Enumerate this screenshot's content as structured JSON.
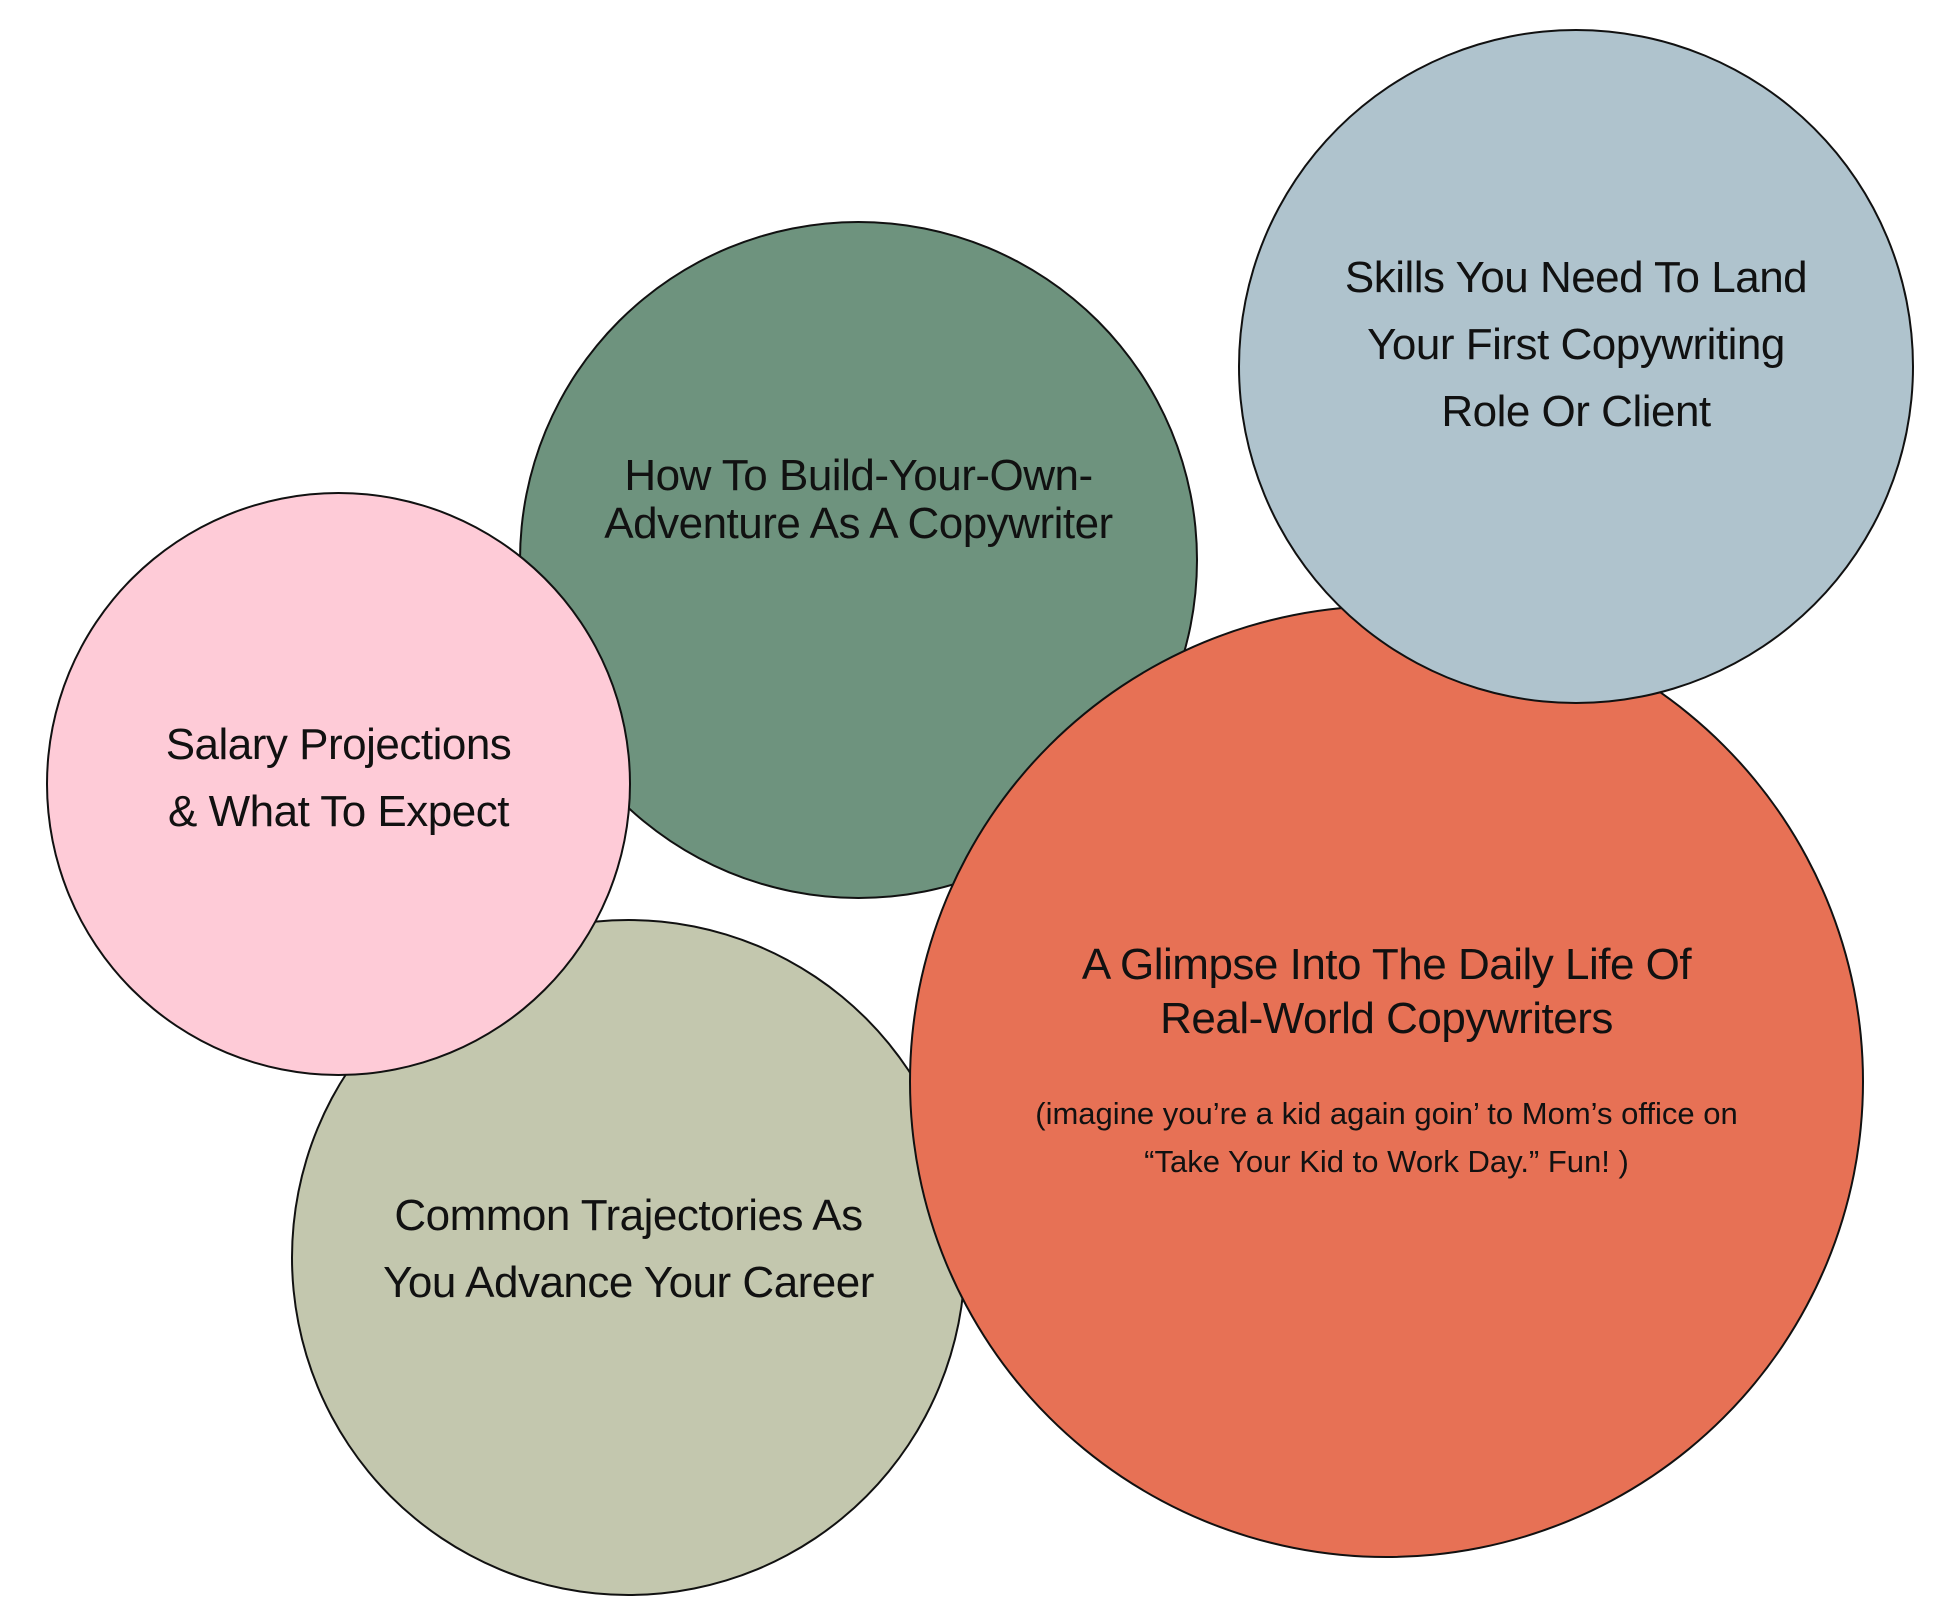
{
  "circles": [
    {
      "id": "adventure",
      "color": "#6e937e",
      "lines": [
        "How To Build-Your-Own-",
        "Adventure As A Copywriter"
      ]
    },
    {
      "id": "trajectories",
      "color": "#c3c7ae",
      "lines": [
        "Common Trajectories As",
        "You Advance Your Career"
      ]
    },
    {
      "id": "salary",
      "color": "#fecbd7",
      "lines": [
        "Salary Projections",
        "& What To Expect"
      ]
    },
    {
      "id": "daily",
      "color": "#e77155",
      "lines": [
        "A Glimpse Into The Daily Life Of",
        "Real-World Copywriters"
      ],
      "note_lines": [
        "(imagine you’re a kid again goin’ to Mom’s office on",
        "“Take Your Kid to Work Day.” Fun! )"
      ]
    },
    {
      "id": "skills",
      "color": "#afc3cd",
      "lines": [
        "Skills You Need To Land",
        "Your First Copywriting",
        "Role Or Client"
      ]
    }
  ]
}
